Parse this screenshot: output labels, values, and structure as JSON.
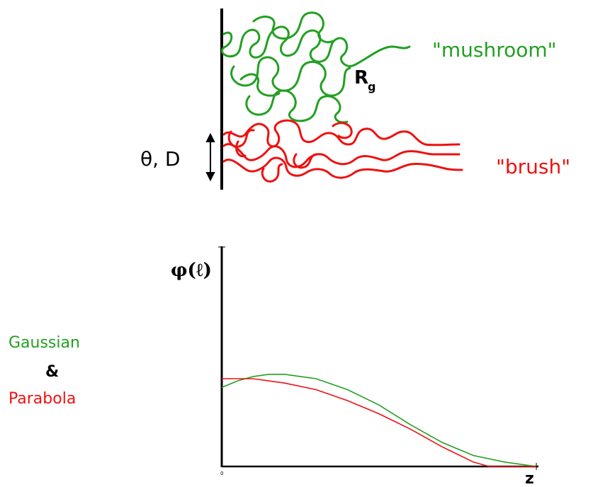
{
  "top": {
    "mushroom_label": "\"mushroom\"",
    "brush_label": "\"brush\"",
    "rg_main": "R",
    "rg_sub": "g",
    "theta_d_label": "θ, D",
    "mushroom_color": "#22a022",
    "brush_color": "#ee1111"
  },
  "plot": {
    "ylabel": "φ(ℓ)",
    "xlabel": "z",
    "origin_tick": "0",
    "x_max_tick": "",
    "y_max_tick": "",
    "legend_line1": "Gaussian",
    "legend_amp": "&",
    "legend_line2": "Parabola",
    "gaussian_color": "#22a022",
    "parabola_color": "#ee1111"
  },
  "chart_data": {
    "type": "line",
    "xlabel": "z",
    "ylabel": "φ(ℓ)",
    "xlim": [
      0,
      1
    ],
    "ylim": [
      0,
      1
    ],
    "series": [
      {
        "name": "Gaussian",
        "x": [
          0.0,
          0.05,
          0.1,
          0.15,
          0.2,
          0.25,
          0.3,
          0.4,
          0.5,
          0.6,
          0.7,
          0.8,
          0.9,
          1.0
        ],
        "y": [
          0.36,
          0.39,
          0.41,
          0.42,
          0.42,
          0.41,
          0.4,
          0.35,
          0.28,
          0.19,
          0.11,
          0.05,
          0.02,
          0.0
        ]
      },
      {
        "name": "Parabola",
        "x": [
          0.0,
          0.1,
          0.2,
          0.3,
          0.4,
          0.5,
          0.6,
          0.7,
          0.8,
          0.85,
          0.9,
          0.95,
          1.0
        ],
        "y": [
          0.4,
          0.4,
          0.38,
          0.35,
          0.3,
          0.24,
          0.17,
          0.09,
          0.02,
          0.0,
          0.0,
          0.0,
          0.0
        ]
      }
    ]
  }
}
